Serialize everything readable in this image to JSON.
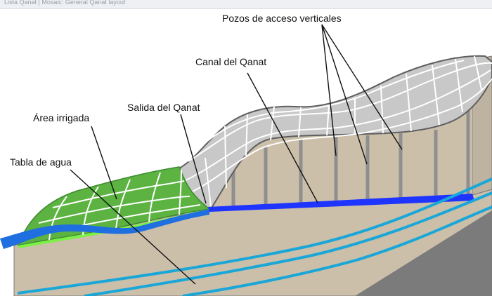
{
  "header": {
    "caption": "Lista Qanat | Mosaic: General Qanat layout"
  },
  "labels": {
    "vertical_shafts": "Pozos de acceso verticales",
    "qanat_canal": "Canal del Qanat",
    "qanat_outlet": "Salida del Qanat",
    "irrigated_area": "Área irrigada",
    "water_table": "Tabla de agua"
  },
  "colors": {
    "ground": "#cbbfa9",
    "rock": "#7b7b7b",
    "hill_surface": "#c8c8c8",
    "grid_lines": "#ffffff",
    "irrigated_green": "#5cb342",
    "canal_blue": "#1e34ff",
    "river_blue": "#1f6fe0",
    "water_table_cyan": "#1aa7d8",
    "shaft_gray": "#8f8f8f"
  }
}
